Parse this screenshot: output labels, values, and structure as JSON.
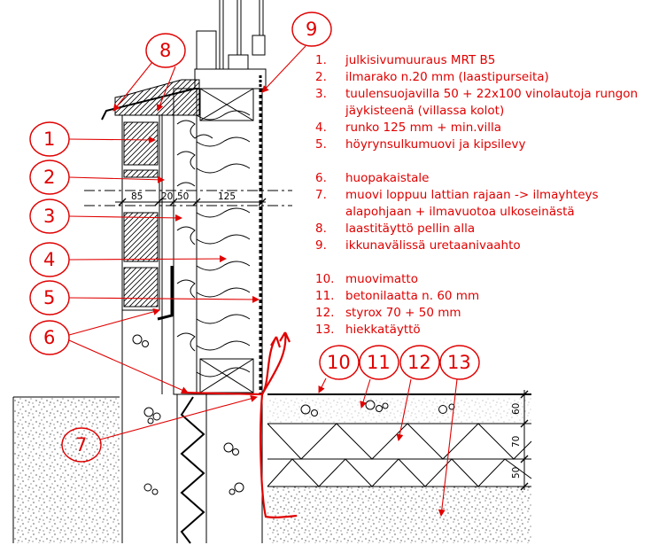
{
  "legend": [
    {
      "num": "1.",
      "text": "julkisivumuuraus MRT B5"
    },
    {
      "num": "2.",
      "text": "ilmarako n.20 mm (laastipurseita)"
    },
    {
      "num": "3.",
      "text": "tuulensuojavilla 50 + 22x100 vinolautoja rungon"
    },
    {
      "num": "",
      "text": "jäykisteenä (villassa kolot)"
    },
    {
      "num": "4.",
      "text": "runko 125 mm + min.villa"
    },
    {
      "num": "5.",
      "text": "höyrynsulkumuovi ja kipsilevy"
    },
    {
      "num": "6.",
      "text": "huopakaistale"
    },
    {
      "num": "7.",
      "text": "muovi loppuu lattian rajaan -> ilmayhteys"
    },
    {
      "num": "",
      "text": "alapohjaan + ilmavuotoa ulkoseinästä"
    },
    {
      "num": "8.",
      "text": "laastitäyttö pellin alla"
    },
    {
      "num": "9.",
      "text": "ikkunavälissä uretaanivaahto"
    },
    {
      "num": "10.",
      "text": "muovimatto"
    },
    {
      "num": "11.",
      "text": "betonilaatta n. 60 mm"
    },
    {
      "num": "12.",
      "text": "styrox 70 + 50 mm"
    },
    {
      "num": "13.",
      "text": "hiekkatäyttö"
    }
  ],
  "callouts": [
    "1",
    "2",
    "3",
    "4",
    "5",
    "6",
    "7",
    "8",
    "9",
    "10",
    "11",
    "12",
    "13"
  ],
  "dimensions": {
    "top": [
      "85",
      "20",
      "50",
      "125"
    ],
    "right": [
      "60",
      "70",
      "50"
    ]
  },
  "colors": {
    "annotation": "#e00000",
    "linework": "#000000",
    "hatch": "#000000"
  }
}
